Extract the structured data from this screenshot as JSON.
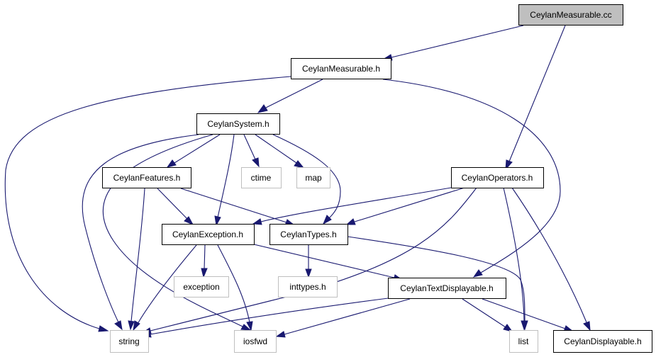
{
  "colors": {
    "edge": "#191970",
    "root_fill": "#bfbfbf",
    "node_border": "#000000",
    "external_border": "#bfbfbf"
  },
  "nodes": {
    "measurable_cc": {
      "label": "CeylanMeasurable.cc"
    },
    "measurable_h": {
      "label": "CeylanMeasurable.h"
    },
    "system_h": {
      "label": "CeylanSystem.h"
    },
    "features_h": {
      "label": "CeylanFeatures.h"
    },
    "ctime": {
      "label": "ctime"
    },
    "map": {
      "label": "map"
    },
    "operators_h": {
      "label": "CeylanOperators.h"
    },
    "exception_h": {
      "label": "CeylanException.h"
    },
    "types_h": {
      "label": "CeylanTypes.h"
    },
    "exception": {
      "label": "exception"
    },
    "inttypes_h": {
      "label": "inttypes.h"
    },
    "textdisplayable_h": {
      "label": "CeylanTextDisplayable.h"
    },
    "string": {
      "label": "string"
    },
    "iosfwd": {
      "label": "iosfwd"
    },
    "list": {
      "label": "list"
    },
    "displayable_h": {
      "label": "CeylanDisplayable.h"
    }
  }
}
